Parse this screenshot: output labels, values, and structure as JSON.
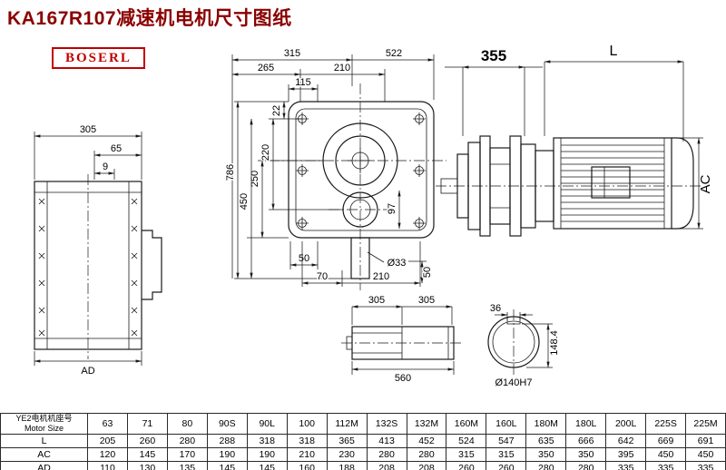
{
  "title": "KA167R107减速机电机尺寸图纸",
  "logo": "BOSERL",
  "colors": {
    "title": "#8b0000",
    "logo": "#c00000",
    "line": "#1a1a1a"
  },
  "dims": {
    "left": {
      "w305": "305",
      "w65": "65",
      "w9": "9",
      "ad": "AD"
    },
    "front": {
      "t315": "315",
      "t522": "522",
      "t265": "265",
      "t210": "210",
      "t115": "115",
      "v22": "22",
      "v220": "220",
      "v250": "250",
      "v450": "450",
      "v786": "786",
      "v97": "97",
      "b50a": "50",
      "b70": "70",
      "b210": "210",
      "dia33": "Ø33",
      "b50b": "50"
    },
    "motor": {
      "d355": "355",
      "L": "L",
      "AC": "AC"
    },
    "shaft": {
      "a305": "305",
      "b305": "305",
      "len560": "560"
    },
    "end": {
      "k36": "36",
      "h1484": "148.4",
      "dia140": "Ø140H7"
    }
  },
  "table": {
    "header_cn": "YE2电机机座号",
    "header_en": "Motor Size",
    "columns": [
      "63",
      "71",
      "80",
      "90S",
      "90L",
      "100",
      "112M",
      "132S",
      "132M",
      "160M",
      "160L",
      "180M",
      "180L",
      "200L",
      "225S",
      "225M"
    ],
    "rows": [
      {
        "label": "L",
        "values": [
          "205",
          "260",
          "280",
          "288",
          "318",
          "318",
          "365",
          "413",
          "452",
          "524",
          "547",
          "635",
          "666",
          "642",
          "669",
          "691"
        ]
      },
      {
        "label": "AC",
        "values": [
          "120",
          "145",
          "170",
          "190",
          "190",
          "210",
          "230",
          "280",
          "280",
          "315",
          "315",
          "350",
          "350",
          "395",
          "450",
          "450"
        ]
      },
      {
        "label": "AD",
        "values": [
          "110",
          "130",
          "135",
          "145",
          "145",
          "160",
          "188",
          "208",
          "208",
          "260",
          "260",
          "280",
          "280",
          "335",
          "335",
          "335"
        ]
      }
    ]
  }
}
